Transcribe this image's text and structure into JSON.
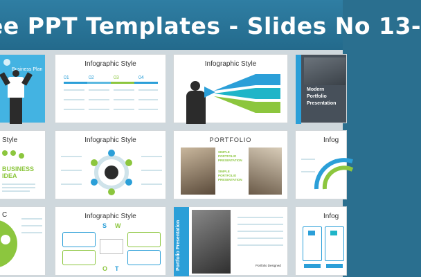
{
  "banner": {
    "title": "ee PPT Templates - Slides No 13-"
  },
  "slides": {
    "r1c1": {
      "title": "Business Plan"
    },
    "r1c2": {
      "title": "Infographic Style",
      "nums": [
        "01",
        "02",
        "03",
        "04"
      ]
    },
    "r1c3": {
      "title": "Infographic Style"
    },
    "r1c4": {
      "title": "Modern Portfolio Presentation"
    },
    "r2c1": {
      "title": "Style",
      "big1": "BUSINESS",
      "big2": "IDEA"
    },
    "r2c2": {
      "title": "Infographic Style"
    },
    "r2c3": {
      "title": "PORTFOLIO",
      "t1": "SIMPLE PORTFOLIO PRESENTATION",
      "t2": "SIMPLE PORTFOLIO PRESENTATION"
    },
    "r2c4": {
      "title": "Infog"
    },
    "r3c1": {
      "title": "C"
    },
    "r3c2": {
      "title": "Infographic Style",
      "swot": [
        "S",
        "W",
        "O",
        "T"
      ]
    },
    "r3c3": {
      "title": "Portfolio Presentation",
      "sub": "Portfolio Designed"
    },
    "r3c4": {
      "title": "Infog"
    }
  },
  "colors": {
    "accent_blue": "#2b9fd8",
    "accent_green": "#8cc63e",
    "banner": "#2a7aa0"
  }
}
